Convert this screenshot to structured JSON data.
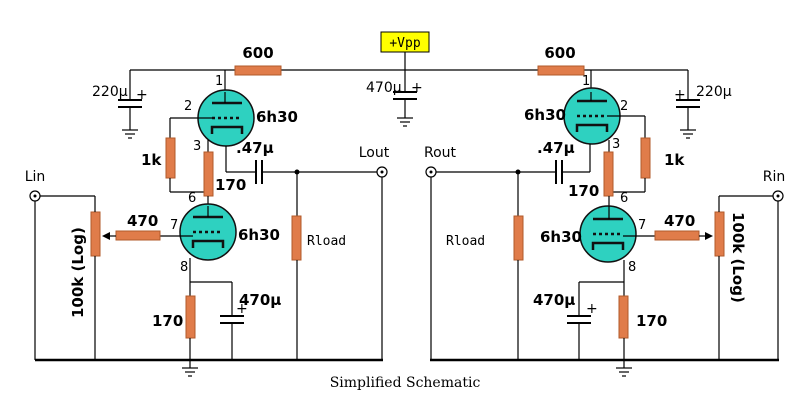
{
  "supply": {
    "label": "+Vpp",
    "box_color": "#ffff00",
    "cap": "470μ"
  },
  "left": {
    "input": "Lin",
    "output": "Lout",
    "plate_res": "600",
    "bypass_cap": "220μ",
    "grid_res": "1k",
    "upper_tube": "6h30",
    "lower_tube": "6h30",
    "coupling_cap": ".47μ",
    "cathode_res_upper": "170",
    "pot": "100k (Log)",
    "grid_stopper": "470",
    "load": "Rload",
    "cathode_res_lower": "170",
    "cathode_cap": "470μ",
    "pins": {
      "p1": "1",
      "p2": "2",
      "p3": "3",
      "p6": "6",
      "p7": "7",
      "p8": "8"
    }
  },
  "right": {
    "input": "Rin",
    "output": "Rout",
    "plate_res": "600",
    "bypass_cap": "220μ",
    "grid_res": "1k",
    "upper_tube": "6h30",
    "lower_tube": "6h30",
    "coupling_cap": ".47μ",
    "cathode_res_upper": "170",
    "pot": "100k (Log)",
    "grid_stopper": "470",
    "load": "Rload",
    "cathode_res_lower": "170",
    "cathode_cap": "470μ",
    "pins": {
      "p1": "1",
      "p2": "2",
      "p3": "3",
      "p6": "6",
      "p7": "7",
      "p8": "8"
    }
  },
  "caption": "Simplified Schematic",
  "colors": {
    "resistor": "#e07c4a",
    "tube": "#2ed1c0"
  }
}
